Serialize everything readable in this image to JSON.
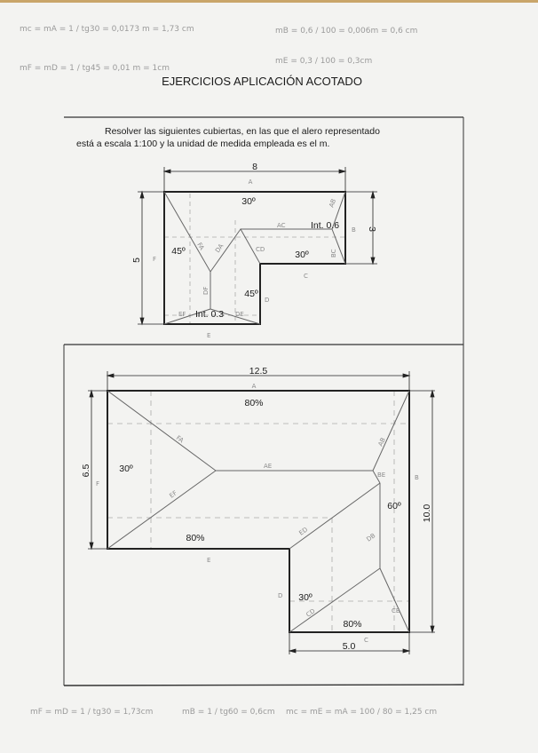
{
  "header": {
    "title": "EJERCICIOS APLICACIÓN ACOTADO",
    "intro_line1": "Resolver las siguientes cubiertas, en las que el alero representado",
    "intro_line2": "está a escala 1:100 y la unidad de medida empleada es el m."
  },
  "handwritten_notes": {
    "top_left_1": "mc = mA = 1 / tg30 = 0,0173 m = 1,73 cm",
    "top_right_1": "mB = 0,6 / 100 = 0,006m = 0,6 cm",
    "top_left_2": "mF = mD = 1 / tg45 = 0,01 m = 1cm",
    "top_right_2": "mE = 0,3 / 100 = 0,3cm",
    "bottom_1": "mF = mD = 1 / tg30 = 1,73cm",
    "bottom_2": "mB = 1 / tg60 = 0,6cm",
    "bottom_3": "mc = mE = mA = 100 / 80 = 1,25 cm"
  },
  "exercise_1": {
    "dim_width": "8",
    "dim_height": "5",
    "dim_right": "3",
    "slope_top": "30º",
    "slope_left": "45º",
    "slope_right": "30º",
    "slope_bottom": "45º",
    "int_right": "Int. 0.6",
    "int_bottom": "Int. 0.3",
    "edges": {
      "A": "A",
      "B": "B",
      "C": "C",
      "D": "D",
      "E": "E",
      "F": "F"
    },
    "ridges": {
      "FA": "FA",
      "DA": "DA",
      "AC": "AC",
      "CD": "CD",
      "AB": "AB",
      "BC": "BC",
      "DF": "DF",
      "EF": "EF",
      "DE": "DE"
    }
  },
  "exercise_2": {
    "dim_width": "12.5",
    "dim_left": "6.5",
    "dim_right": "10.0",
    "dim_bottom": "5.0",
    "slope_top": "80%",
    "slope_left": "30º",
    "slope_mid": "80%",
    "slope_right": "60º",
    "slope_inner": "30º",
    "slope_bottom": "80%",
    "edges": {
      "A": "A",
      "B": "B",
      "C": "C",
      "D": "D",
      "E": "E",
      "F": "F"
    },
    "ridges": {
      "FA": "FA",
      "EF": "EF",
      "AE": "AE",
      "AB": "AB",
      "BE": "BE",
      "ED": "ED",
      "DB": "DB",
      "CD": "CD",
      "CB": "CB"
    }
  }
}
